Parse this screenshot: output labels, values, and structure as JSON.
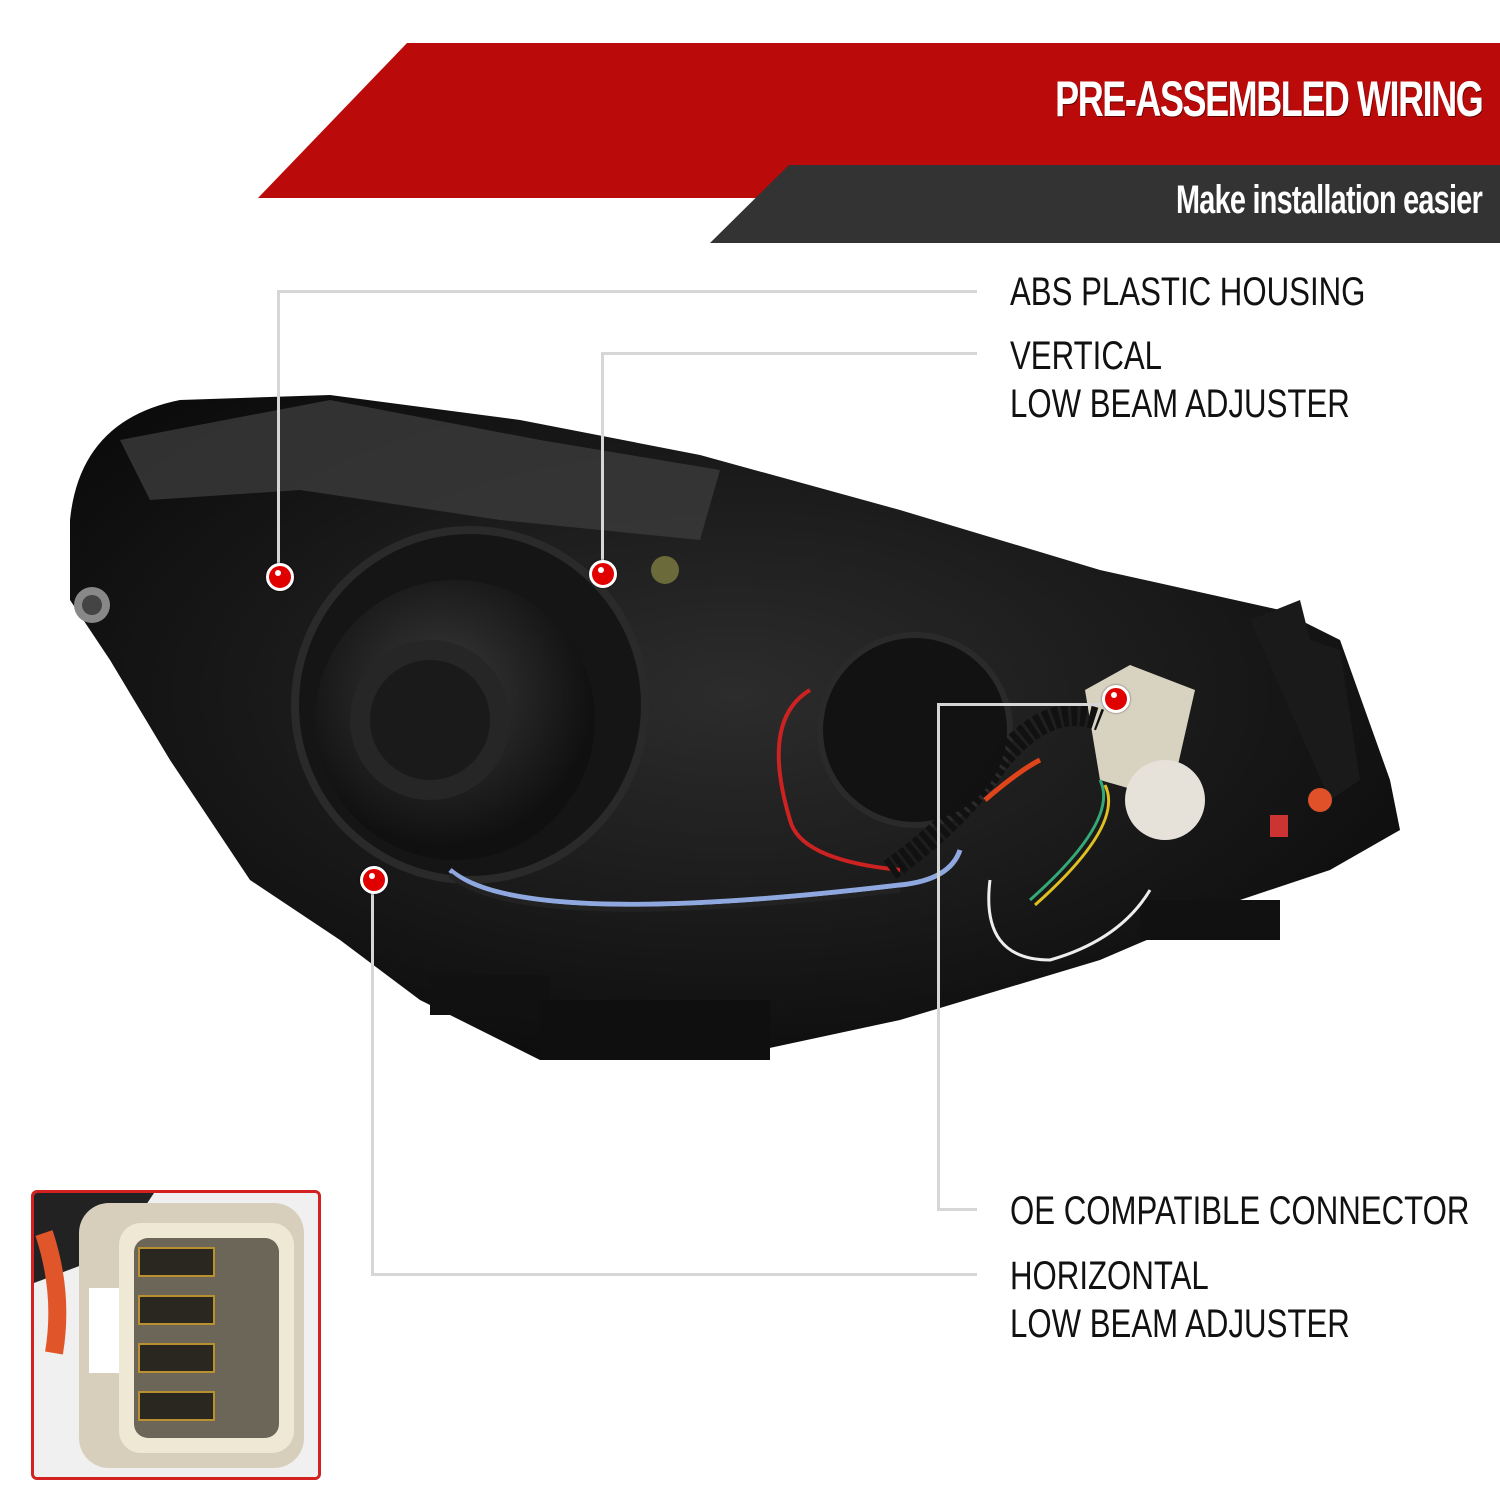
{
  "header": {
    "title": "PRE-ASSEMBLED WIRING",
    "subtitle": "Make installation easier",
    "colors": {
      "banner_red": "#bb0a0a",
      "banner_dark": "#333333",
      "text": "#ffffff"
    }
  },
  "callouts": [
    {
      "id": "abs-housing",
      "label_lines": [
        "ABS PLASTIC HOUSING"
      ]
    },
    {
      "id": "vertical-adjuster",
      "label_lines": [
        "VERTICAL",
        "LOW BEAM ADJUSTER"
      ]
    },
    {
      "id": "oe-connector",
      "label_lines": [
        "OE COMPATIBLE CONNECTOR"
      ]
    },
    {
      "id": "horizontal-adjuster",
      "label_lines": [
        "HORIZONTAL",
        "LOW BEAM ADJUSTER"
      ]
    }
  ],
  "colors": {
    "callout_dot": "#e10000",
    "callout_line": "#d6d6d6",
    "inset_border": "#d32020"
  },
  "product_image": {
    "subject": "headlight-rear-view",
    "inset_subject": "connector-closeup"
  }
}
